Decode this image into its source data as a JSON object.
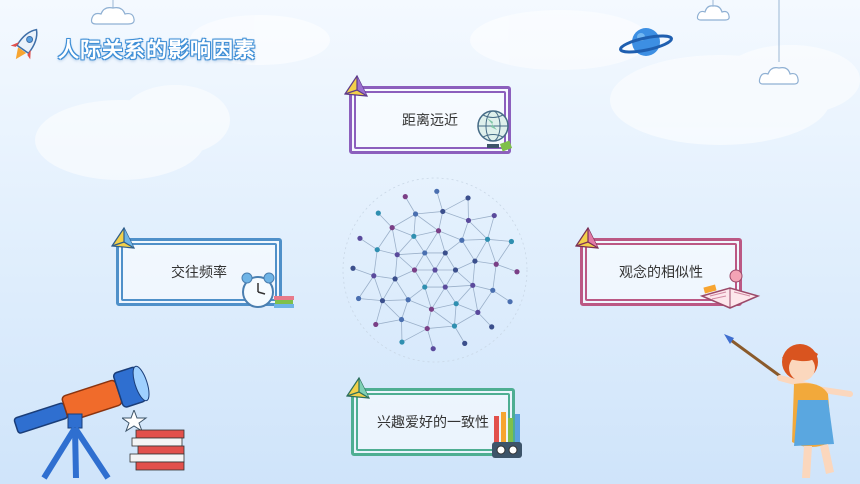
{
  "slide": {
    "title": "人际关系的影响因素"
  },
  "factors": [
    {
      "id": "top",
      "label": "距离远近",
      "color": "#8c5fbd"
    },
    {
      "id": "left",
      "label": "交往频率",
      "color": "#4f90c9"
    },
    {
      "id": "right",
      "label": "观念的相似性",
      "color": "#bb5884"
    },
    {
      "id": "bottom",
      "label": "兴趣爱好的一致性",
      "color": "#4eae92"
    }
  ],
  "icons": {
    "top_left": "rocket-icon",
    "top_right": "planet-icon",
    "hanging": "cloud-icon",
    "center": "network-sphere-icon",
    "card_top": "globe-icon",
    "card_left": "alarm-clock-icon",
    "card_right": "open-book-icon",
    "card_bottom": "pencils-icon",
    "bottom_left": "telescope-icon",
    "books": "book-stack-icon",
    "bottom_right": "painting-girl-icon"
  }
}
